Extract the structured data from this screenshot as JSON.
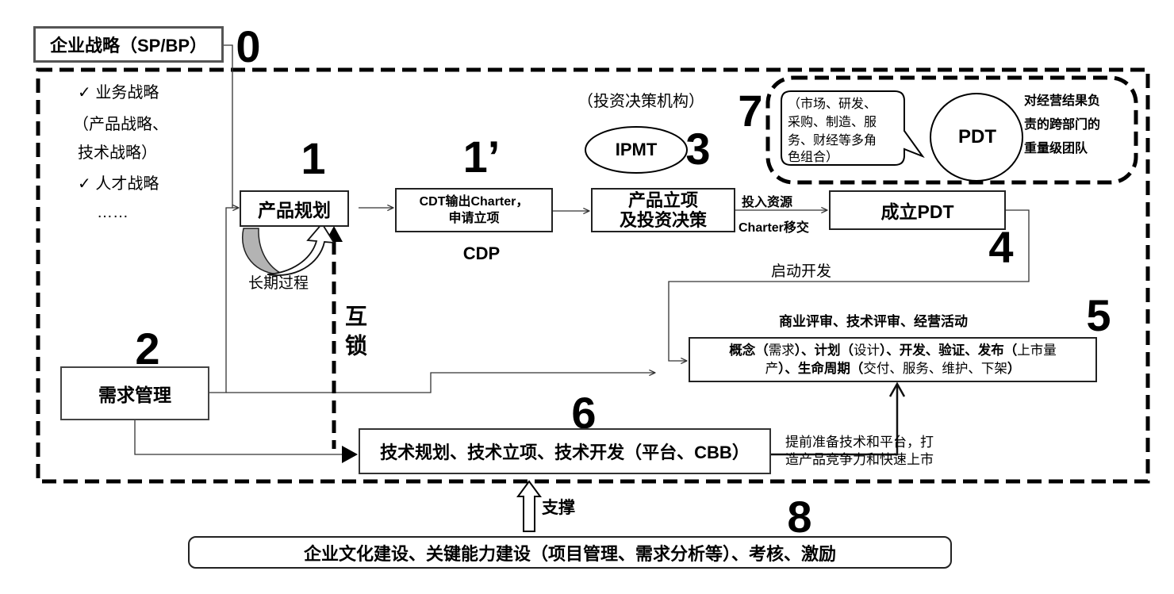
{
  "strategy": {
    "label": "企业战略（SP/BP）",
    "step": "0",
    "notes": [
      "✓ 业务战略",
      "（产品战略、",
      "技术战略）",
      "✓ 人才战略",
      "……"
    ]
  },
  "planning": {
    "step": "1",
    "label": "产品规划",
    "loop_label": "长期过程"
  },
  "charter": {
    "step": "1’",
    "lines": [
      "CDT输出Charter，",
      "申请立项"
    ],
    "caption": "CDP"
  },
  "ipmt": {
    "org_label": "（投资决策机构）",
    "label": "IPMT",
    "step": "3"
  },
  "approval": {
    "lines": [
      "产品立项",
      "及投资决策"
    ],
    "edge_label_top": "投入资源",
    "edge_label_bottom": "Charter移交"
  },
  "pdt_setup": {
    "label": "成立PDT",
    "step": "4"
  },
  "pdt_team": {
    "step": "7",
    "bubble_lines": [
      "（市场、研发、",
      "采购、制造、服",
      "务、财经等多角",
      "色组合）"
    ],
    "circle_label": "PDT",
    "desc_lines": [
      "对经营结果负",
      "责的跨部门的",
      "重量级团队"
    ]
  },
  "development": {
    "edge_label": "启动开发",
    "step": "5",
    "reviews": "商业评审、技术评审、经营活动",
    "lifecycle": {
      "line1": [
        "概念（",
        "需求",
        "）、计划（",
        "设计",
        "）、开发、验证、发布（",
        "上市量"
      ],
      "line2": [
        "产",
        "）、生命周期（",
        "交付、服务、维护、下架",
        "）"
      ]
    }
  },
  "demand": {
    "step": "2",
    "label": "需求管理"
  },
  "interlock_label": "互锁",
  "technology": {
    "step": "6",
    "label": "技术规划、技术立项、技术开发（平台、CBB）",
    "note_lines": [
      "提前准备技术和平台，打",
      "造产品竞争力和快速上市"
    ]
  },
  "foundation": {
    "support_label": "支撑",
    "step": "8",
    "label": "企业文化建设、关键能力建设（项目管理、需求分析等）、考核、激励"
  }
}
